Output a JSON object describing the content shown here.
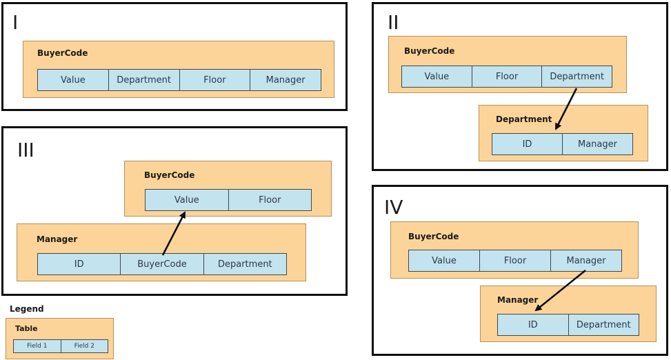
{
  "panels": {
    "p1": {
      "numeral": "I",
      "table": {
        "name": "BuyerCode",
        "fields": [
          "Value",
          "Department",
          "Floor",
          "Manager"
        ]
      }
    },
    "p2": {
      "numeral": "II",
      "table_a": {
        "name": "BuyerCode",
        "fields": [
          "Value",
          "Floor",
          "Department"
        ]
      },
      "table_b": {
        "name": "Department",
        "fields": [
          "ID",
          "Manager"
        ]
      }
    },
    "p3": {
      "numeral": "III",
      "table_a": {
        "name": "BuyerCode",
        "fields": [
          "Value",
          "Floor"
        ]
      },
      "table_b": {
        "name": "Manager",
        "fields": [
          "ID",
          "BuyerCode",
          "Department"
        ]
      }
    },
    "p4": {
      "numeral": "IV",
      "table_a": {
        "name": "BuyerCode",
        "fields": [
          "Value",
          "Floor",
          "Manager"
        ]
      },
      "table_b": {
        "name": "Manager",
        "fields": [
          "ID",
          "Department"
        ]
      }
    }
  },
  "legend": {
    "title": "Legend",
    "table": {
      "name": "Table",
      "fields": [
        "Field 1",
        "Field 2"
      ]
    }
  },
  "colors": {
    "table_fill": "#fcd49a",
    "field_fill": "#c3e3ee",
    "border": "#0d0d0d"
  }
}
